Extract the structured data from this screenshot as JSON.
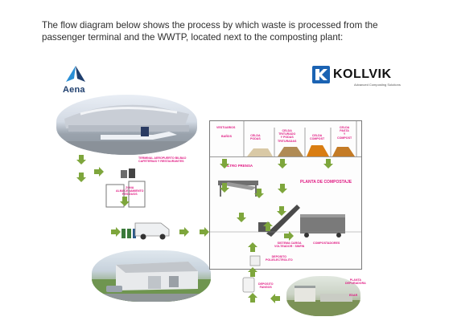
{
  "intro_text": "The flow diagram below shows the process by which waste is processed from the passenger terminal and the WWTP, located next to the composting plant:",
  "logos": {
    "aena": {
      "name": "Aena",
      "color": "#1f3f6e",
      "icon": "aena-tail-icon"
    },
    "kollvik": {
      "name": "KOLLVIK",
      "tagline": "Advanced Composting Solutions",
      "color": "#1b63b3"
    }
  },
  "labels": {
    "terminal": "TERMINAL AEROPUERTO BILBAO\nCAFETERIAS Y RESTAURANTES",
    "zona": "ZONA\nALMACENAMIENTO\nRESIDUOS",
    "vestuarios": "VESTUARIOS",
    "banos": "BAÑOS",
    "celda_poda": "CELDA\nPODAS",
    "celda_triturado": "CELDA\nTRITURADO\nY PODAS\nTRITURADAS",
    "celda_compost": "CELDA\nCOMPOST",
    "celda_pasta_compost": "CELDA\nPASTA\nY\nCOMPOST",
    "filtro_prensa": "FILTRO PRENSA",
    "planta_compostaje": "PLANTA DE COMPOSTAJE",
    "sistema_carga": "SISTEMA CARGA\nVOLTEADOR · SINFIN",
    "compostadores": "COMPOSTADORES",
    "deposito_polielectrolito": "DEPOSITO\nPOLIELECTROLITO",
    "deposito_fangos": "DEPOSITO\nFANGOS",
    "planta_depuradora": "PLANTA\nDEPURADORA",
    "edar": "EDAR"
  },
  "colors": {
    "arrow": "#7ea63c",
    "label": "#e01a83",
    "border": "#7a7a7a"
  }
}
